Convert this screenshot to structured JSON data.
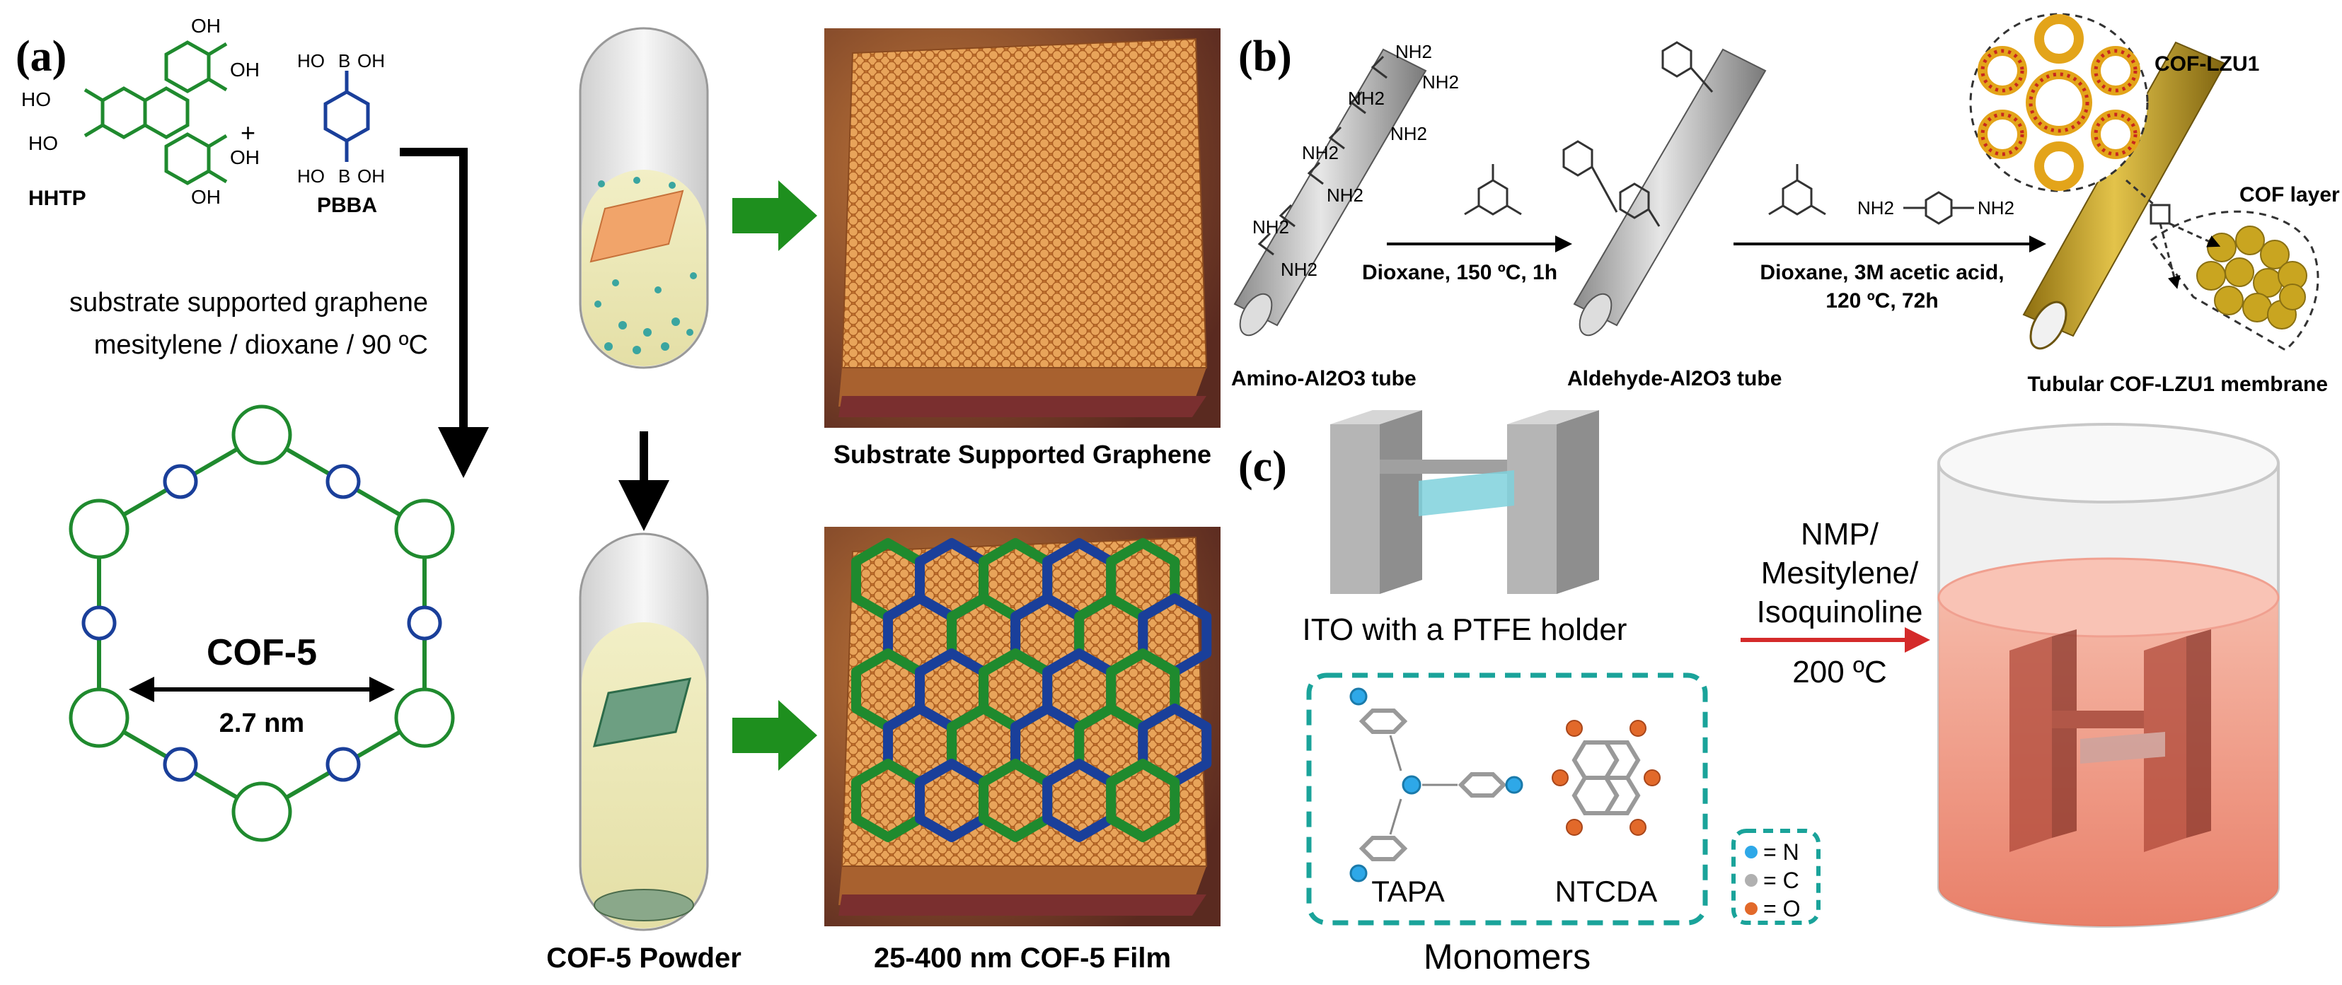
{
  "panel_a": {
    "label": "(a)",
    "hhtp": "HHTP",
    "pbba": "PBBA",
    "plus": "+",
    "oh": "OH",
    "ho": "HO",
    "b_oh": "B",
    "condition_line1": "substrate supported graphene",
    "condition_line2": "mesitylene / dioxane / 90 ºC",
    "cof_name": "COF-5",
    "pore_size": "2.7 nm",
    "graphene_caption": "Substrate Supported Graphene",
    "powder_caption": "COF-5 Powder",
    "film_caption": "25-400 nm COF-5 Film"
  },
  "panel_b": {
    "label": "(b)",
    "nh2": "NH2",
    "amino_tube": "Amino-Al2O3 tube",
    "step1_condition": "Dioxane, 150 ºC, 1h",
    "aldehyde_tube": "Aldehyde-Al2O3 tube",
    "step2_condition_line1": "Dioxane, 3M acetic acid,",
    "step2_condition_line2": "120 ºC, 72h",
    "cof_name": "COF-LZU1",
    "cof_layer": "COF layer",
    "membrane": "Tubular COF-LZU1 membrane"
  },
  "panel_c": {
    "label": "(c)",
    "holder": "ITO with a PTFE holder",
    "solvent_line1": "NMP/",
    "solvent_line2": "Mesitylene/",
    "solvent_line3": "Isoquinoline",
    "temperature": "200 ºC",
    "monomer1": "TAPA",
    "monomer2": "NTCDA",
    "monomers_title": "Monomers",
    "legend_n": "= N",
    "legend_c": "= C",
    "legend_o": "= O"
  },
  "colors": {
    "hhtp_green": "#1f8a2e",
    "pbba_blue": "#1a3f9a",
    "arrow_green": "#1e8f1e",
    "cof_gold": "#c9a520",
    "teal_dash": "#1aa39a",
    "red_arrow": "#d42a2a",
    "film_orange": "#d88a3c"
  }
}
